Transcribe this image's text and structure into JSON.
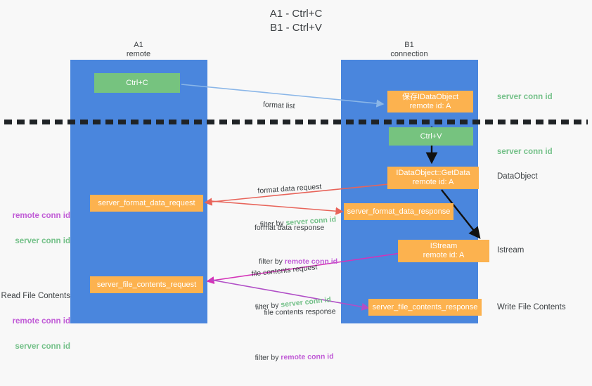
{
  "title": "A1 - Ctrl+C\nB1 - Ctrl+V",
  "colors": {
    "lane": "#4a86dd",
    "green_box": "#76c37f",
    "orange_box": "#fcb24f",
    "server_conn": "#73c088",
    "remote_conn": "#c05bd6",
    "background": "#f8f8f8",
    "divider": "#1f2326",
    "arrow_format_list": "#8ab6e8",
    "arrow_format_data": "#e8645a",
    "arrow_file_contents": "#d433b8",
    "arrow_internal": "#111111"
  },
  "columns": [
    {
      "name": "A1",
      "sub": "remote"
    },
    {
      "name": "B1",
      "sub": "connection"
    }
  ],
  "boxes": {
    "ctrl_c": {
      "label": "Ctrl+C"
    },
    "ctrl_v": {
      "label": "Ctrl+V"
    },
    "idataobject_saved": {
      "line1": "保存IDataObject",
      "line2": "remote id: A"
    },
    "idataobject_getdata": {
      "line1": "IDataObject::GetData",
      "line2": "remote id: A"
    },
    "istream": {
      "line1": "IStream",
      "line2": "remote id: A"
    },
    "server_format_data_request": {
      "label": "server_format_data_request"
    },
    "server_format_data_response": {
      "label": "server_format_data_response"
    },
    "server_file_contents_request": {
      "label": "server_file_contents_request"
    },
    "server_file_contents_response": {
      "label": "server_file_contents_response"
    }
  },
  "side_labels": {
    "server_conn_id_top": "server conn id",
    "server_conn_id_mid": "server conn id",
    "dataobject": "DataObject",
    "istream": "Istream",
    "write_file_contents": "Write File Contents"
  },
  "left_labels": {
    "format_data": {
      "remote": "remote conn id",
      "server": "server conn id"
    },
    "file_contents": {
      "title": "Read File Contents",
      "remote": "remote conn id",
      "server": "server conn id"
    }
  },
  "flows": {
    "format_list": {
      "line1": "format list"
    },
    "format_data_request": {
      "line1": "format data request",
      "prefix": "filter by ",
      "key": "server conn id"
    },
    "format_data_response": {
      "line1": "format data response",
      "prefix": "filter by ",
      "key": "remote conn id"
    },
    "file_contents_request": {
      "line1": "file contents request",
      "prefix": "filter by ",
      "key": "server conn id"
    },
    "file_contents_response": {
      "line1": "file contents response",
      "prefix": "filter by ",
      "key": "remote conn id"
    }
  }
}
